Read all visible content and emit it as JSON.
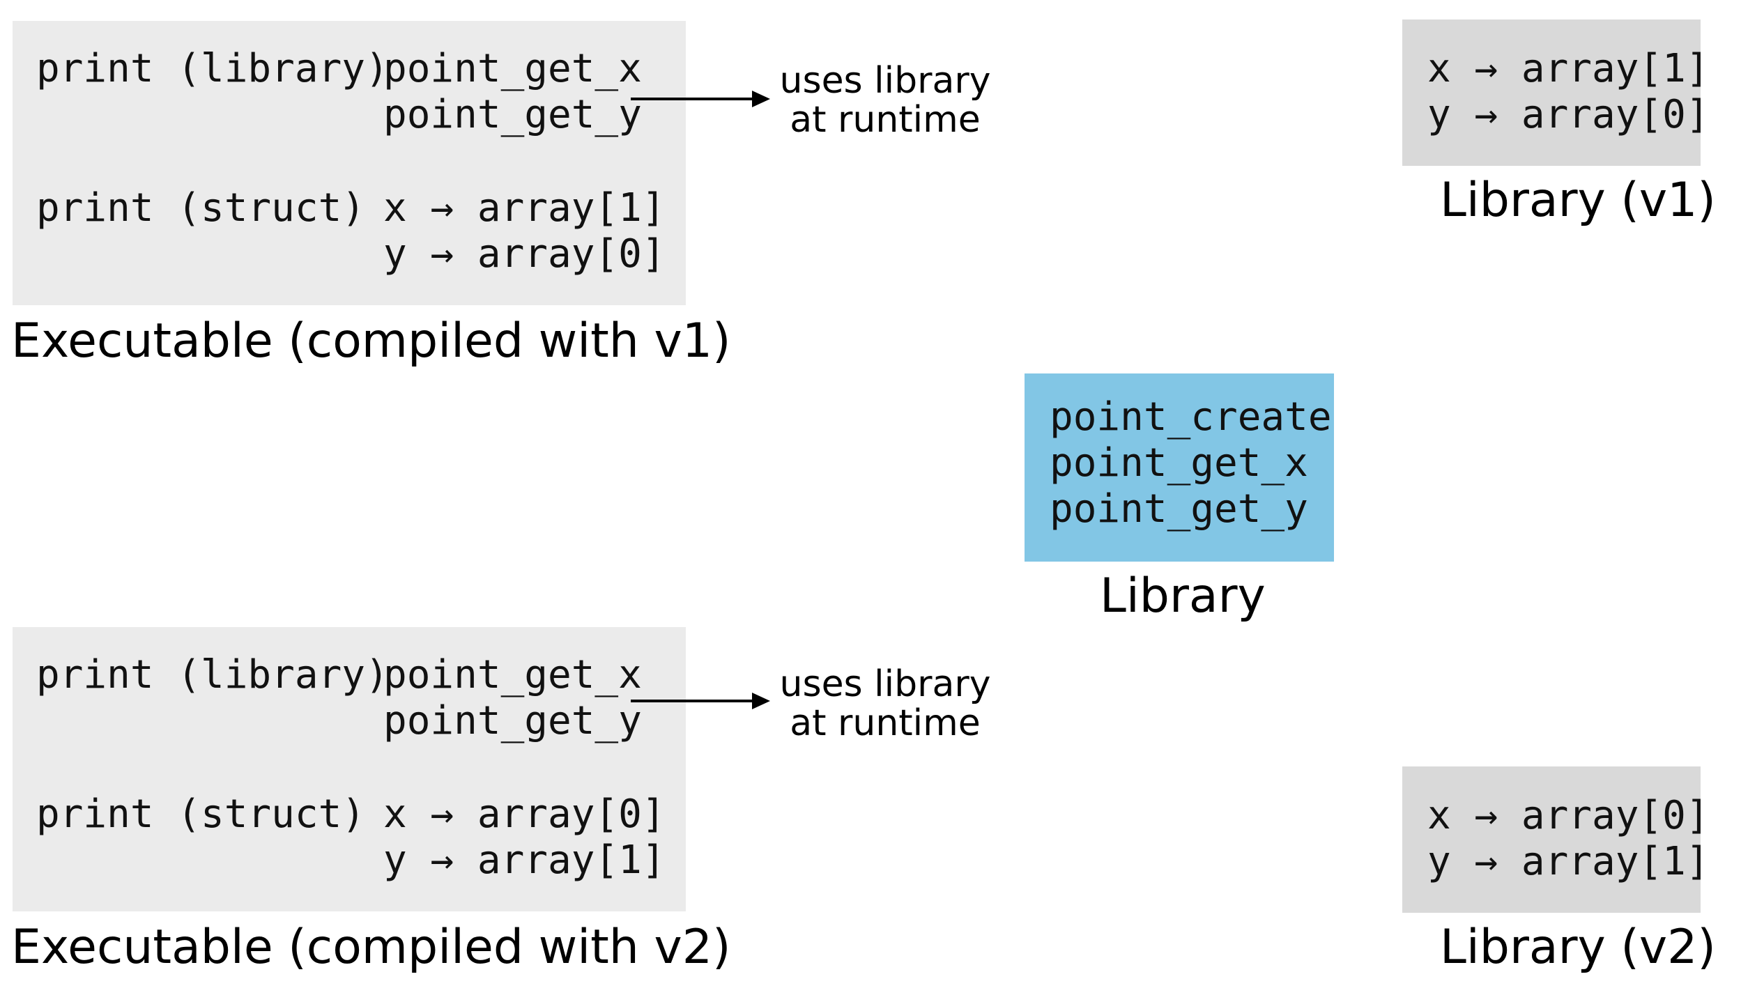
{
  "executable_v1": {
    "caption": "Executable (compiled with v1)",
    "row1_label": "print (library)",
    "row1_value": "point_get_x\npoint_get_y",
    "row2_label": "print (struct)",
    "row2_value": "x → array[1]\ny → array[0]"
  },
  "executable_v2": {
    "caption": "Executable (compiled with v2)",
    "row1_label": "print (library)",
    "row1_value": "point_get_x\npoint_get_y",
    "row2_label": "print (struct)",
    "row2_value": "x → array[0]\ny → array[1]"
  },
  "arrow_note": "uses library\nat runtime",
  "library_v1": {
    "content": "x → array[1]\ny → array[0]",
    "caption": "Library (v1)"
  },
  "library_v2": {
    "content": "x → array[0]\ny → array[1]",
    "caption": "Library (v2)"
  },
  "library": {
    "content": "point_create\npoint_get_x\npoint_get_y",
    "caption": "Library"
  },
  "colors": {
    "executable_box": "#ebebeb",
    "library_version_box": "#d9d9d9",
    "library_box": "#82c6e5"
  }
}
